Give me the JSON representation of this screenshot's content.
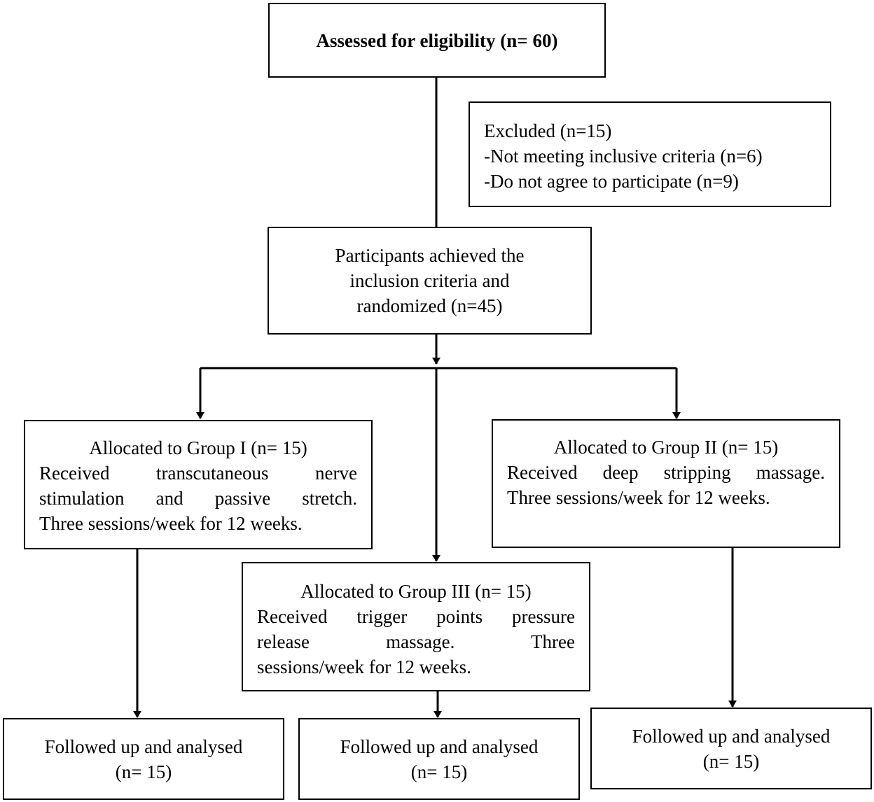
{
  "assessed": {
    "title": "Assessed for eligibility (n= 60)"
  },
  "excluded": {
    "title": "Excluded (n=15)",
    "reason1": "-Not meeting inclusive criteria (n=6)",
    "reason2": "-Do not agree to participate (n=9)"
  },
  "randomized": {
    "line1": "Participants achieved the",
    "line2": "inclusion criteria and",
    "line3": "randomized (n=45)"
  },
  "group1": {
    "title": "Allocated to Group I (n= 15)",
    "line1": "Received transcutaneous nerve",
    "line2": "stimulation and passive stretch.",
    "line3": "Three sessions/week for 12 weeks."
  },
  "group2": {
    "title": "Allocated to Group II (n= 15)",
    "line1": "Received deep stripping massage.",
    "line2": "Three sessions/week for 12 weeks."
  },
  "group3": {
    "title": "Allocated to Group III (n= 15)",
    "line1": "Received trigger points pressure",
    "line2": "release massage. Three",
    "line3": "sessions/week for 12 weeks."
  },
  "followup1": {
    "line1": "Followed up and analysed",
    "line2": "(n= 15)"
  },
  "followup2": {
    "line1": "Followed up and analysed",
    "line2": "(n= 15)"
  },
  "followup3": {
    "line1": "Followed up and analysed",
    "line2": "(n= 15)"
  }
}
